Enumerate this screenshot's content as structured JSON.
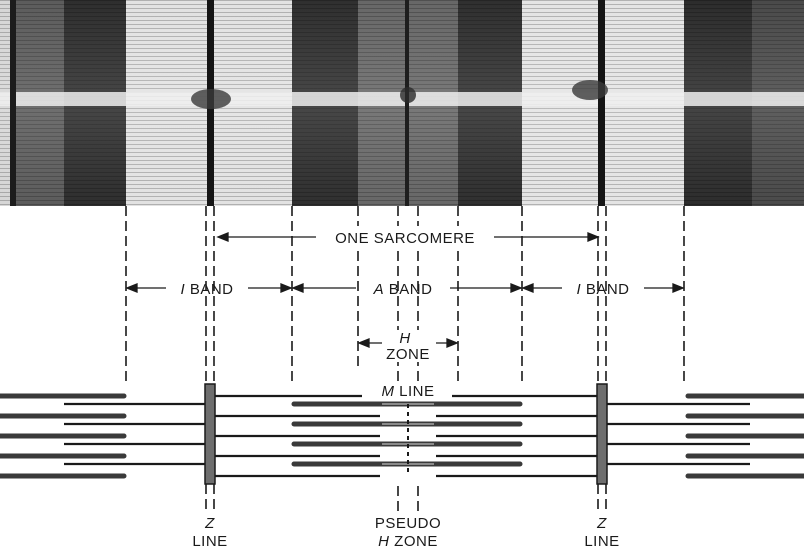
{
  "diagram": {
    "sarcomere_label": "ONE SARCOMERE",
    "i_band_left": {
      "italic": "I",
      "rest": " BAND"
    },
    "a_band": {
      "italic": "A",
      "rest": " BAND"
    },
    "i_band_right": {
      "italic": "I",
      "rest": " BAND"
    },
    "h_zone": {
      "italic": "H",
      "rest": "ZONE"
    },
    "m_line": {
      "italic": "M",
      "rest": " LINE"
    },
    "z_line_left": [
      "Z",
      "LINE"
    ],
    "z_line_right": [
      "Z",
      "LINE"
    ],
    "pseudo_h_zone": {
      "line1": "PSEUDO",
      "italic": "H",
      "rest": " ZONE"
    }
  },
  "colors": {
    "ink": "#1a1a1a",
    "thick_filament": "#3a3a3a",
    "z_disc": "#6e6e6e",
    "micrograph_dark": "#2c2c2c",
    "micrograph_mid": "#6a6a6a",
    "micrograph_light": "#dcdcdc"
  }
}
